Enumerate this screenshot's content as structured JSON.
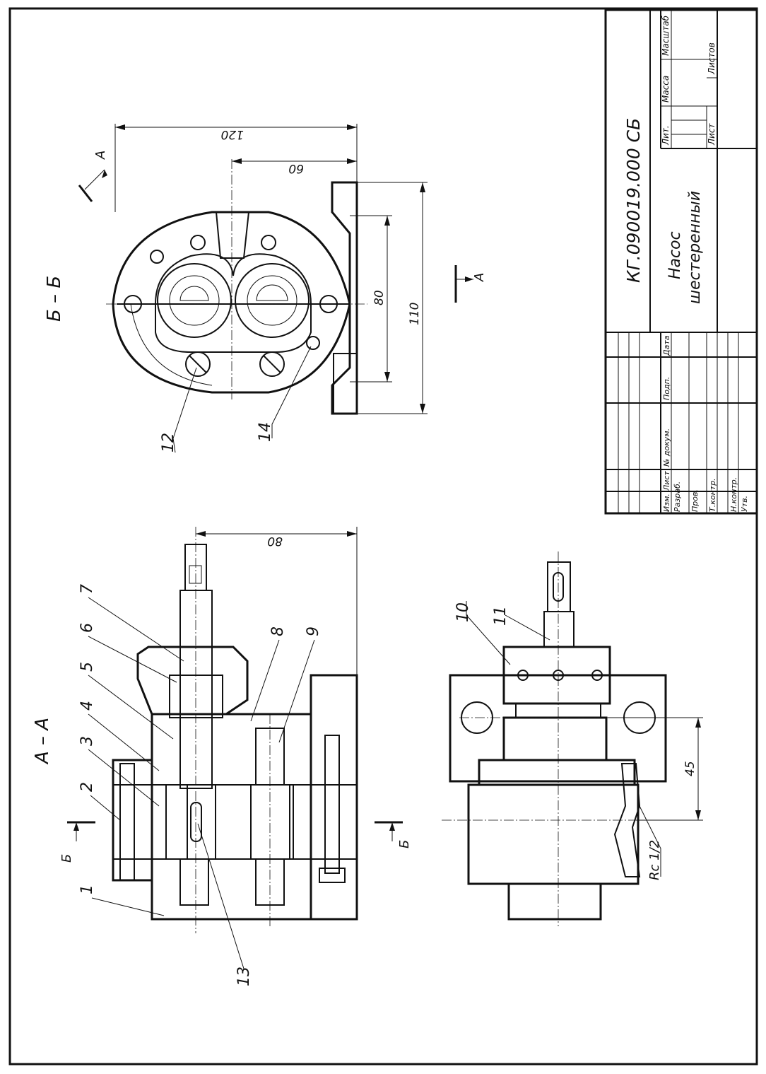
{
  "title_block": {
    "designation": "КГ.090019.000 СБ",
    "name_line1": "Насос",
    "name_line2": "шестеренный",
    "col_lit": "Лит.",
    "col_mass": "Масса",
    "col_scale": "Масштаб",
    "col_sheet": "Лист",
    "col_sheets": "Листов",
    "hdr_izm": "Изм.",
    "hdr_list": "Лист",
    "hdr_doc": "№ докум.",
    "hdr_sign": "Подп.",
    "hdr_date": "Дата",
    "role_dev": "Разраб.",
    "role_check": "Пров.",
    "role_tcontrol": "Т.контр.",
    "role_ncontrol": "Н.контр.",
    "role_approve": "Утв."
  },
  "views": {
    "section_bb": "Б – Б",
    "section_aa": "А – А",
    "cut_a_top": "А",
    "cut_a_bottom": "А",
    "cut_b_left": "Б",
    "cut_b_right": "Б"
  },
  "dimensions": {
    "d120": "120",
    "d60": "60",
    "d80_bb": "80",
    "d110": "110",
    "d80_aa": "80",
    "d45": "45",
    "thread": "Rc 1/2"
  },
  "callouts": {
    "p1": "1",
    "p2": "2",
    "p3": "3",
    "p4": "4",
    "p5": "5",
    "p6": "6",
    "p7": "7",
    "p8": "8",
    "p9": "9",
    "p10": "10",
    "p11": "11",
    "p12": "12",
    "p13": "13",
    "p14": "14"
  }
}
